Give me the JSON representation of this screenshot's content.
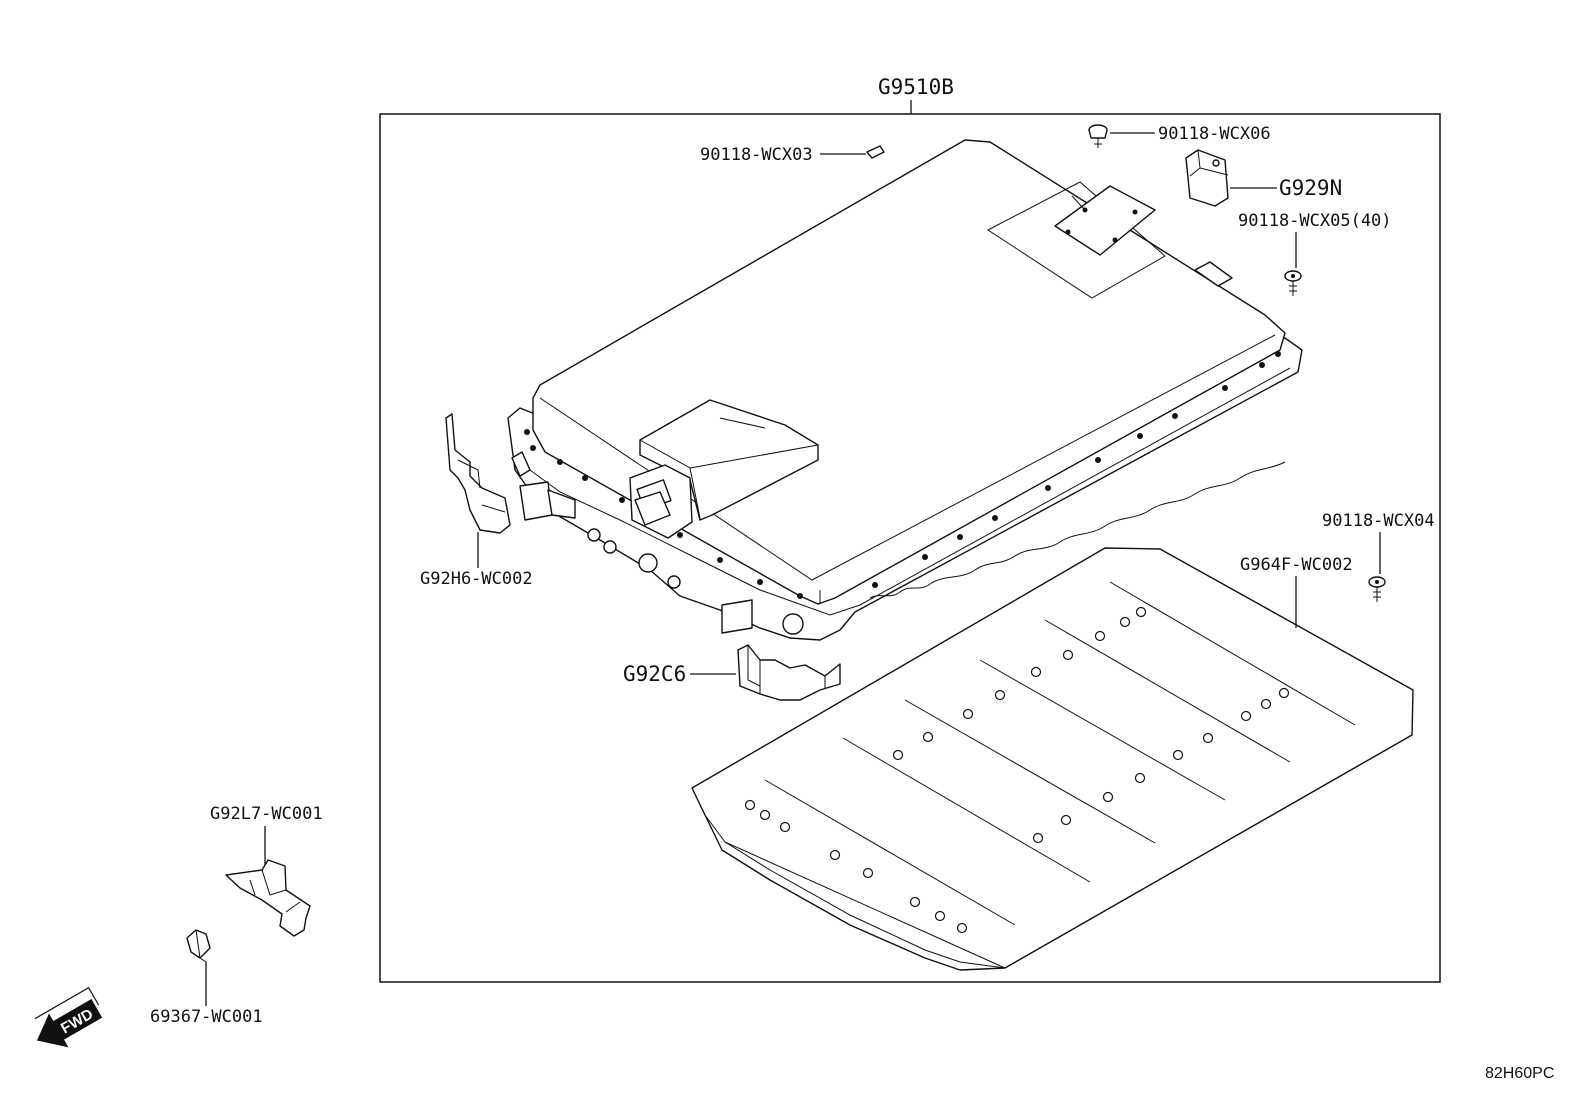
{
  "labels": {
    "assembly": "G9510B",
    "bolt_wcx03": "90118-WCX03",
    "bolt_wcx06": "90118-WCX06",
    "cover_g929n": "G929N",
    "bolt_wcx05": "90118-WCX05(40)",
    "bolt_wcx04": "90118-WCX04",
    "plate_g964f": "G964F-WC002",
    "bracket_g92h6": "G92H6-WC002",
    "cover_g92c6": "G92C6",
    "bracket_g92l7": "G92L7-WC001",
    "clip_69367": "69367-WC001",
    "fwd": "FWD",
    "diagram_code": "82H60PC"
  },
  "icons": [
    "fwd-arrow-icon"
  ]
}
